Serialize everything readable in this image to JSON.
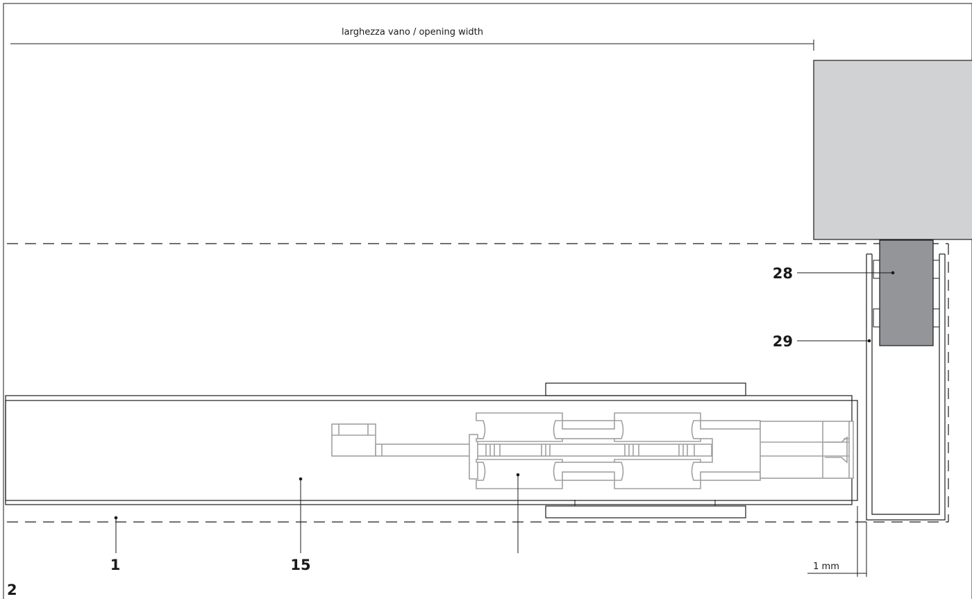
{
  "figure_number": "2",
  "dimensions": {
    "opening_width": "larghezza vano / opening width",
    "gap": "1 mm"
  },
  "callouts": {
    "c1": "1",
    "c15": "15",
    "c28": "28",
    "c29": "29"
  },
  "colors": {
    "line": "#1a1a1a",
    "wall": "#d1d2d4",
    "block": "#939598",
    "hardware": "#a0a0a0"
  }
}
